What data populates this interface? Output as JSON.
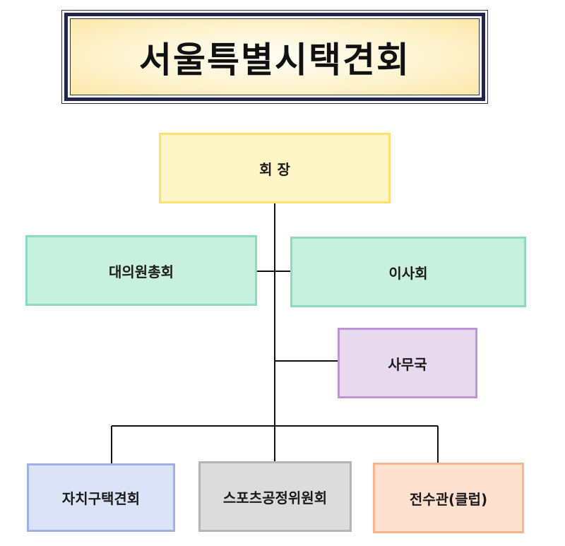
{
  "title": "서울특별시택견회",
  "nodes": {
    "president": "회 장",
    "general_assembly": "대의원총회",
    "board": "이사회",
    "office": "사무국",
    "self_governing": "자치구택견회",
    "sports_fair_play": "스포츠공정위원회",
    "training_hall": "전수관(클럽)"
  },
  "colors": {
    "president_fill": "#fff6c8",
    "assembly_fill": "#c7f0df",
    "office_fill": "#e7d9ee",
    "self_governing_fill": "#dbe3f6",
    "sports_fill": "#dcdcdc",
    "hall_fill": "#ffe1d0",
    "title_border": "#23234d"
  }
}
